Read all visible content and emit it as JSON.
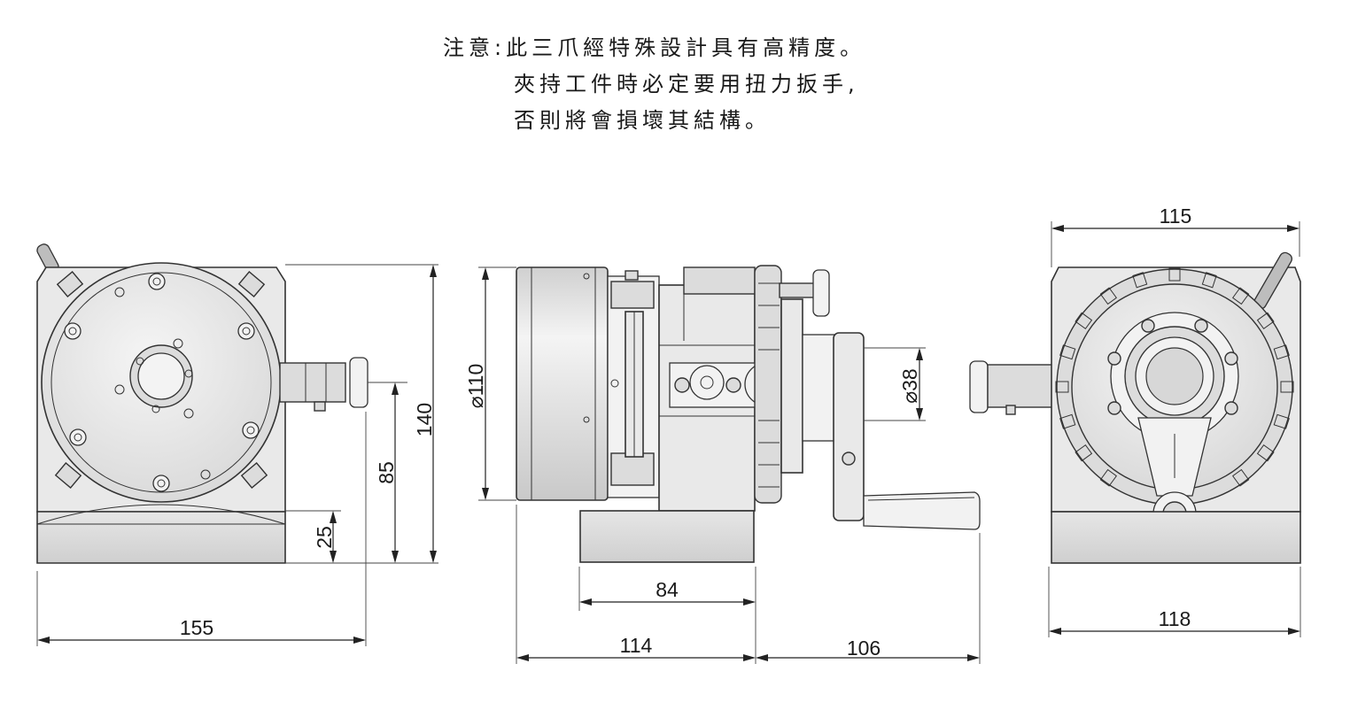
{
  "note": {
    "lines": [
      "注意:此三爪經特殊設計具有高精度。",
      "夾持工件時必定要用扭力扳手,",
      "否則將會損壞其結構。"
    ]
  },
  "dimensions": {
    "left_width": "155",
    "left_height_total": "140",
    "left_height_center": "85",
    "left_height_base": "25",
    "mid_diameter": "⌀110",
    "mid_base_width": "84",
    "mid_body_length": "114",
    "mid_handle_length": "106",
    "mid_bore_diameter": "⌀38",
    "right_top_width": "115",
    "right_base_width": "118"
  }
}
